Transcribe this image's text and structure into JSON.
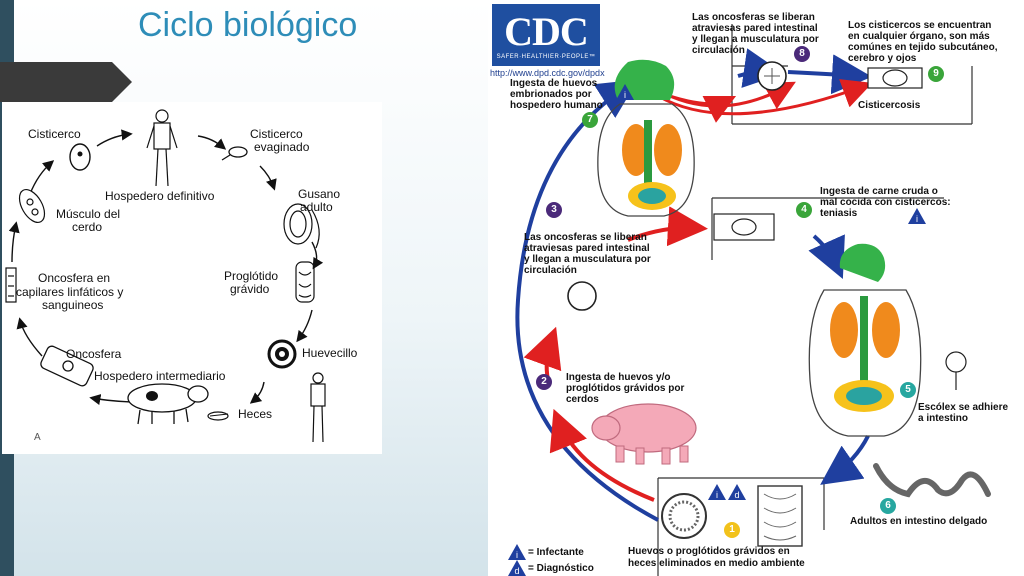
{
  "slide": {
    "title": "Ciclo biológico"
  },
  "panel_a": {
    "corner_letter": "A",
    "labels": {
      "cisticerco": "Cisticerco",
      "hospedero_definitivo": "Hospedero definitivo",
      "cisticerco_evaginado_1": "Cisticerco",
      "cisticerco_evaginado_2": "evaginado",
      "gusano_1": "Gusano",
      "gusano_2": "adulto",
      "musculo_1": "Músculo del",
      "musculo_2": "cerdo",
      "proglotido_1": "Proglótido",
      "proglotido_2": "grávido",
      "oncosfera_cap_1": "Oncosfera en",
      "oncosfera_cap_2": "capilares linfáticos y",
      "oncosfera_cap_3": "sanguineos",
      "huevecillo": "Huevecillo",
      "oncosfera": "Oncosfera",
      "hospedero_intermediario": "Hospedero intermediario",
      "heces": "Heces"
    }
  },
  "panel_b": {
    "logo": {
      "letters": "CDC",
      "tagline": "SAFER·HEALTHIER·PEOPLE™",
      "url": "http://www.dpd.cdc.gov/dpdx"
    },
    "steps": {
      "s1": {
        "num": "1",
        "l1": "Huevos o proglótidos grávidos en",
        "l2": "heces eliminados en medio ambiente"
      },
      "s2": {
        "num": "2",
        "l1": "Ingesta de huevos y/o",
        "l2": "proglótidos grávidos por",
        "l3": "cerdos"
      },
      "s3": {
        "num": "3",
        "l1": "Las oncosferas se liberan",
        "l2": "atraviesas pared intestinal",
        "l3": "y llegan a musculatura por",
        "l4": "circulación"
      },
      "s4": {
        "num": "4",
        "l1": "Ingesta de carne cruda o",
        "l2": "mal cocida con cisticercos:",
        "l3": "teniasis"
      },
      "s5": {
        "num": "5",
        "l1": "Escólex se adhiere",
        "l2": "a intestino"
      },
      "s6": {
        "num": "6",
        "l1": "Adultos en intestino delgado"
      },
      "s7": {
        "num": "7",
        "l1": "Ingesta de huevos",
        "l2": "embrionados por",
        "l3": "hospedero humano"
      },
      "s8": {
        "num": "8",
        "l1": "Las oncosferas se liberan",
        "l2": "atraviesas pared intestinal",
        "l3": "y llegan a musculatura por",
        "l4": "circulación"
      },
      "s9": {
        "num": "9",
        "l1": "Los cisticercos se encuentran",
        "l2": "en cualquier órgano, son más",
        "l3": "comúnes en tejido subcutáneo,",
        "l4": "cerebro y ojos"
      }
    },
    "cisticercosis": "Cisticercosis",
    "legend": {
      "infective_symbol": "i",
      "infective_label": "= Infectante",
      "diagnostic_symbol": "d",
      "diagnostic_label": "= Diagnóstico"
    },
    "colors": {
      "badge_purple": "#4b2a7a",
      "badge_green": "#3aa53a",
      "badge_teal": "#27a7a0",
      "badge_yellow": "#f2c21b",
      "arrow_blue": "#1f3f9f",
      "arrow_red": "#e02020",
      "triangle_blue": "#1f3f9f"
    }
  }
}
